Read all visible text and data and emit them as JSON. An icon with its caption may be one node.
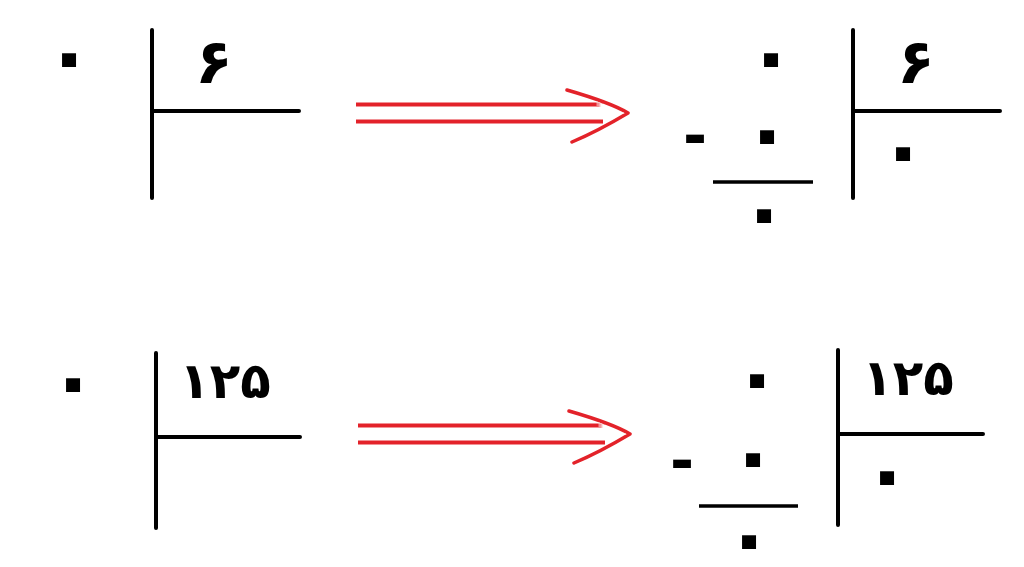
{
  "diagram": {
    "nodes": [
      {
        "text": [
          "۶",
          "۰"
        ]
      },
      {
        "text": [
          "۶",
          "۰",
          "۰",
          "۰",
          "-",
          "۰"
        ]
      },
      {
        "text": [
          "۱۲۵",
          "۰"
        ]
      },
      {
        "text": [
          "۱۲۵",
          "۰",
          "۰",
          "۰",
          "-",
          "۰"
        ]
      }
    ],
    "edges": [
      {
        "from": 0,
        "to": 1,
        "arrow": "to"
      },
      {
        "from": 2,
        "to": 3,
        "arrow": "to"
      }
    ]
  }
}
